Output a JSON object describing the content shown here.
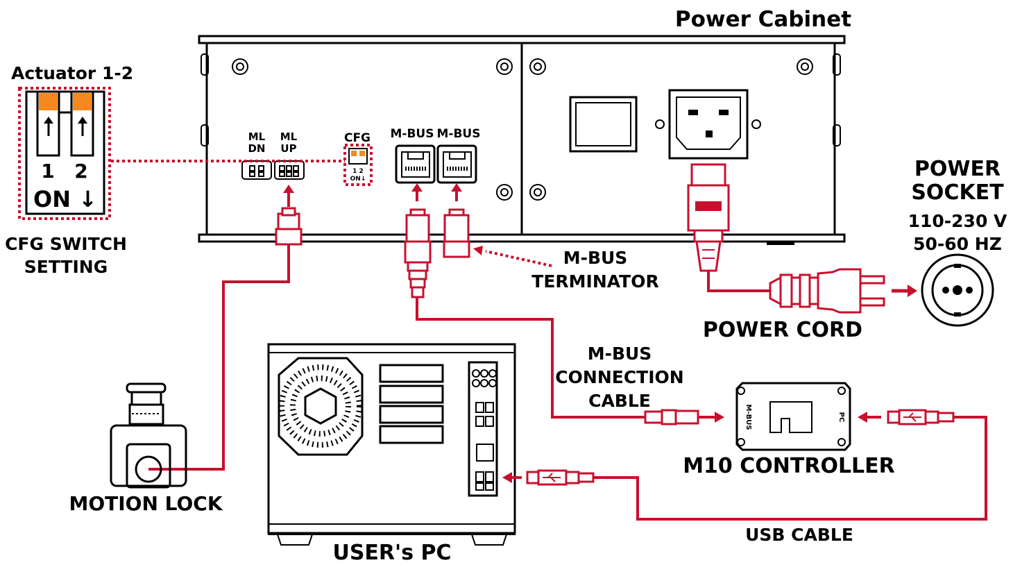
{
  "labels": {
    "power_cabinet": "Power Cabinet",
    "actuator": "Actuator 1-2",
    "cfg_switch_line1": "CFG SWITCH",
    "cfg_switch_line2": "SETTING",
    "dip_1": "1",
    "dip_2": "2",
    "dip_on": "ON ↓",
    "ml_dn_1": "ML",
    "ml_dn_2": "DN",
    "ml_up_1": "ML",
    "ml_up_2": "UP",
    "cfg": "CFG",
    "cfg_small_nums": "1 2",
    "cfg_small_on": "ON↓",
    "mbus_port_1": "M-BUS",
    "mbus_port_2": "M-BUS",
    "power_socket_1": "POWER",
    "power_socket_2": "SOCKET",
    "voltage": "110-230 V",
    "frequency": "50-60 HZ",
    "mbus_term_1": "M-BUS",
    "mbus_term_2": "TERMINATOR",
    "power_cord": "POWER CORD",
    "mbus_conn_1": "M-BUS",
    "mbus_conn_2": "CONNECTION",
    "mbus_conn_3": "CABLE",
    "controller_mbus": "M-BUS",
    "controller_pc": "PC",
    "m10_controller": "M10 CONTROLLER",
    "motion_lock": "MOTION LOCK",
    "users_pc": "USER's PC",
    "usb_cable": "USB CABLE"
  },
  "colors": {
    "accent_red": "#c8102e",
    "switch_orange": "#f5891f",
    "line_black": "#000000"
  },
  "icons": {
    "usb": "usb-trident-icon",
    "plug": "schuko-plug-icon"
  }
}
